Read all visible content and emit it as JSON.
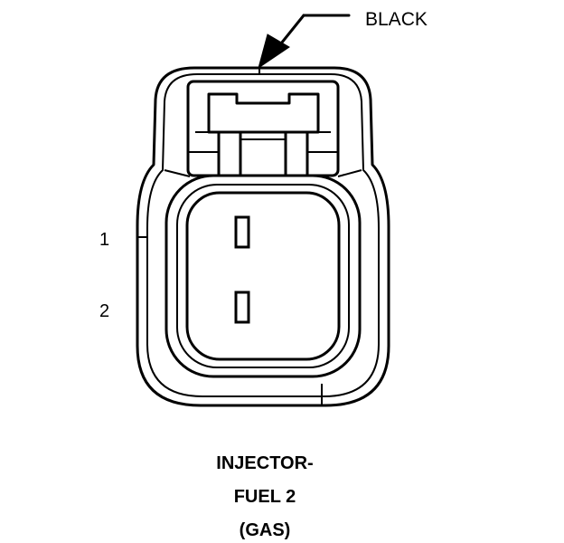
{
  "callout": {
    "color_label": "BLACK"
  },
  "pins": [
    {
      "number": "1"
    },
    {
      "number": "2"
    }
  ],
  "caption": {
    "line1": "INJECTOR-",
    "line2": "FUEL 2",
    "line3": "(GAS)"
  },
  "colors": {
    "line": "#000000",
    "background": "#ffffff"
  }
}
